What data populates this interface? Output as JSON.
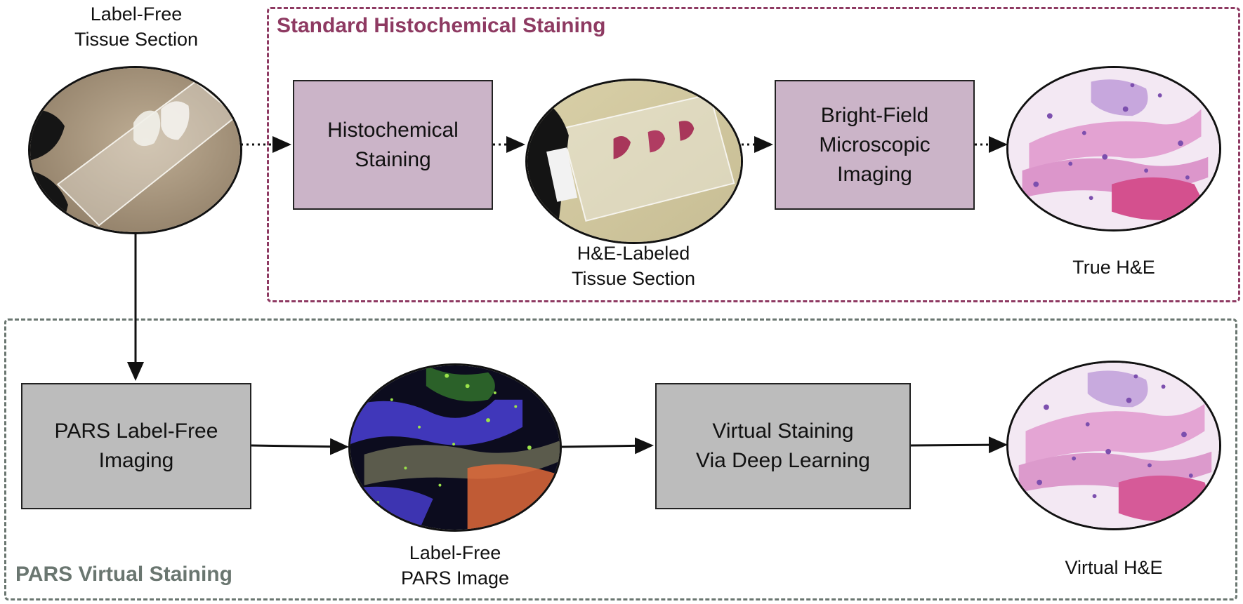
{
  "regions": {
    "standard": {
      "title": "Standard Histochemical Staining",
      "color": "#8e3a62"
    },
    "pars": {
      "title": "PARS Virtual Staining",
      "color": "#6a7670"
    }
  },
  "nodes": {
    "label_free_section": {
      "line1": "Label-Free",
      "line2": "Tissue Section"
    },
    "histochemical": {
      "line1": "Histochemical",
      "line2": "Staining"
    },
    "he_labeled": {
      "line1": "H&E-Labeled",
      "line2": "Tissue Section"
    },
    "bright_field": {
      "line1": "Bright-Field",
      "line2": "Microscopic",
      "line3": "Imaging"
    },
    "true_he": {
      "label": "True H&E"
    },
    "pars_imaging": {
      "line1": "PARS Label-Free",
      "line2": "Imaging"
    },
    "pars_image": {
      "line1": "Label-Free",
      "line2": "PARS Image"
    },
    "virtual_staining": {
      "line1": "Virtual Staining",
      "line2": "Via Deep Learning"
    },
    "virtual_he": {
      "label": "Virtual H&E"
    }
  },
  "colors": {
    "standard_box": "#cbb4c8",
    "pars_box": "#bcbcbc",
    "he_pink": "#e8a6d4",
    "he_purple": "#8a5fb8",
    "pars_blue": "#4a3fd6",
    "pars_green": "#9be34a",
    "pars_red": "#e06a3a"
  }
}
